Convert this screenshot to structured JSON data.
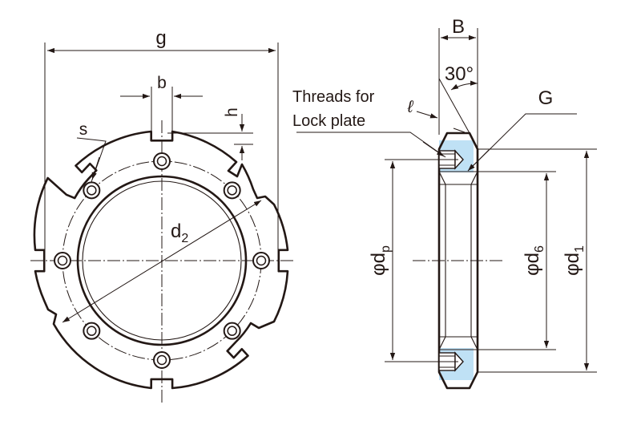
{
  "labels": {
    "g": "g",
    "b": "b",
    "h": "h",
    "s": "s",
    "d2_main": "d",
    "d2_sub": "2",
    "B": "B",
    "angle": "30°",
    "threads_line1": "Threads for",
    "threads_line2": "Lock plate",
    "ell": "ℓ",
    "G": "G",
    "phi": "φ",
    "dp_main": "d",
    "dp_sub": "p",
    "d6_main": "d",
    "d6_sub": "6",
    "d1_main": "d",
    "d1_sub": "1"
  },
  "colors": {
    "line": "#231815",
    "thread_fill": "#bfe1f5"
  }
}
